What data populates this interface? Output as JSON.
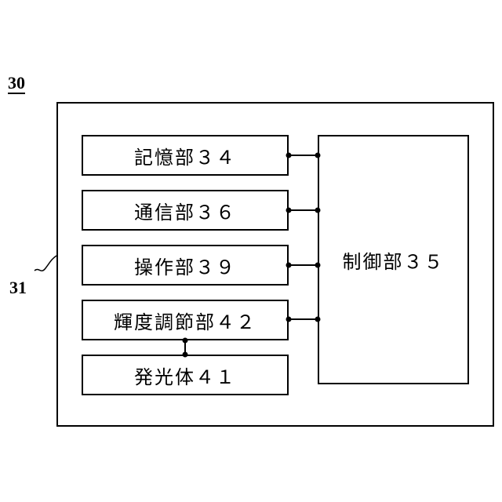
{
  "labels": {
    "device_ref": "30",
    "housing_ref": "31"
  },
  "blocks": {
    "storage": "記憶部３４",
    "communication": "通信部３６",
    "operation": "操作部３９",
    "brightness": "輝度調節部４２",
    "emitter": "発光体４１",
    "control": "制御部３５"
  }
}
